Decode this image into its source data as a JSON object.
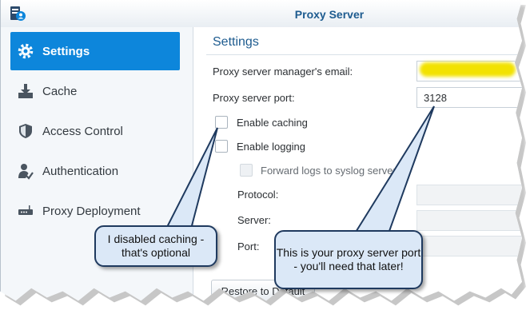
{
  "window": {
    "title": "Proxy Server"
  },
  "sidebar": {
    "items": [
      {
        "label": "Settings",
        "icon": "gear-icon",
        "active": true
      },
      {
        "label": "Cache",
        "icon": "download-icon",
        "active": false
      },
      {
        "label": "Access Control",
        "icon": "shield-icon",
        "active": false
      },
      {
        "label": "Authentication",
        "icon": "user-check-icon",
        "active": false
      },
      {
        "label": "Proxy Deployment",
        "icon": "router-icon",
        "active": false
      }
    ]
  },
  "settings": {
    "title": "Settings",
    "email_label": "Proxy server manager's email:",
    "port_label": "Proxy server port:",
    "port_value": "3128",
    "enable_caching_label": "Enable caching",
    "enable_caching_checked": false,
    "enable_logging_label": "Enable logging",
    "enable_logging_checked": false,
    "forward_logs_label": "Forward logs to syslog server",
    "protocol_label": "Protocol:",
    "server_label": "Server:",
    "port2_label": "Port:",
    "restore_label": "Restore to Default"
  },
  "callouts": {
    "caching": "I disabled caching - that's optional",
    "port": "This is your proxy server port - you'll need that later!"
  },
  "colors": {
    "accent": "#0d86db",
    "title": "#1d5b8f",
    "highlight": "#f2e200",
    "callout_fill": "#dbe8f7",
    "callout_border": "#1f3a5f"
  }
}
